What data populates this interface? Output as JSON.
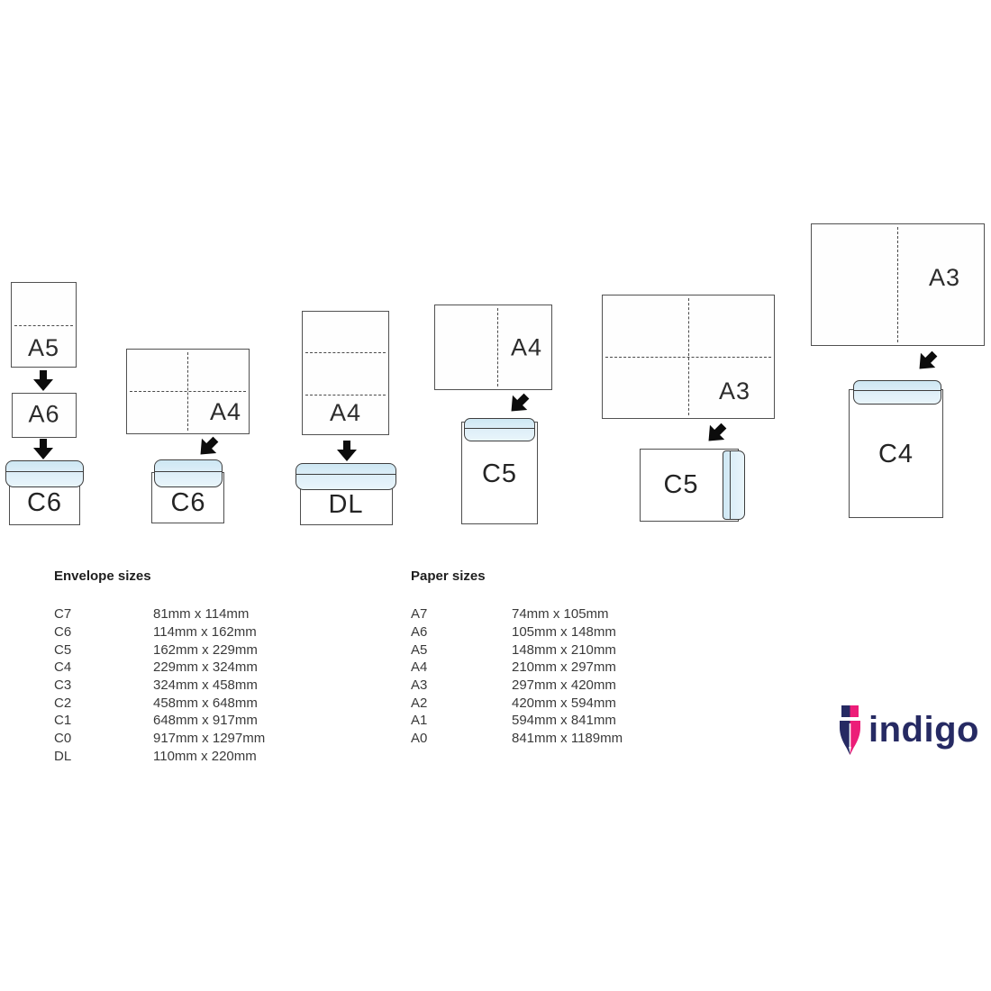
{
  "colors": {
    "flap_blue_light": "#e9f5fb",
    "flap_blue": "#cde7f3",
    "outline_gray": "#4e4e4e",
    "arrow_black": "#0c0c0c",
    "logo_navy": "#262a63",
    "logo_pink": "#ec1d78"
  },
  "diagram": {
    "columns": [
      {
        "papers": [
          "A5",
          "A6"
        ],
        "envelope": "C6"
      },
      {
        "papers": [
          "A4"
        ],
        "envelope": "C6"
      },
      {
        "papers": [
          "A4"
        ],
        "envelope": "DL"
      },
      {
        "papers": [
          "A4"
        ],
        "envelope": "C5"
      },
      {
        "papers": [
          "A3"
        ],
        "envelope": "C5"
      },
      {
        "papers": [
          "A3"
        ],
        "envelope": "C4"
      }
    ]
  },
  "tables": {
    "envelope": {
      "title": "Envelope sizes",
      "rows": [
        {
          "size": "C7",
          "dims": "81mm x 114mm"
        },
        {
          "size": "C6",
          "dims": "114mm x 162mm"
        },
        {
          "size": "C5",
          "dims": "162mm x 229mm"
        },
        {
          "size": "C4",
          "dims": "229mm x 324mm"
        },
        {
          "size": "C3",
          "dims": "324mm x 458mm"
        },
        {
          "size": "C2",
          "dims": "458mm x 648mm"
        },
        {
          "size": "C1",
          "dims": "648mm x 917mm"
        },
        {
          "size": "C0",
          "dims": "917mm x 1297mm"
        },
        {
          "size": "DL",
          "dims": "110mm x 220mm"
        }
      ]
    },
    "paper": {
      "title": "Paper sizes",
      "rows": [
        {
          "size": "A7",
          "dims": "74mm x 105mm"
        },
        {
          "size": "A6",
          "dims": "105mm x 148mm"
        },
        {
          "size": "A5",
          "dims": "148mm x 210mm"
        },
        {
          "size": "A4",
          "dims": "210mm x 297mm"
        },
        {
          "size": "A3",
          "dims": "297mm x 420mm"
        },
        {
          "size": "A2",
          "dims": "420mm x 594mm"
        },
        {
          "size": "A1",
          "dims": "594mm x 841mm"
        },
        {
          "size": "A0",
          "dims": "841mm x 1189mm"
        }
      ]
    }
  },
  "logo": {
    "brand": "indigo"
  }
}
